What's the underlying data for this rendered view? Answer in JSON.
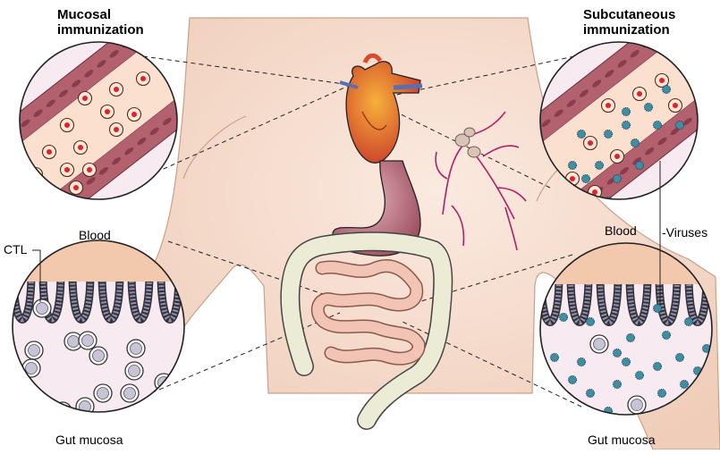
{
  "titles": {
    "left": [
      "Mucosal",
      "immunization"
    ],
    "right": [
      "Subcutaneous",
      "immunization"
    ]
  },
  "labels": {
    "blood_left": "Blood",
    "blood_right": "Blood",
    "gut_left": "Gut mucosa",
    "gut_right": "Gut mucosa",
    "ctl": "CTL",
    "viruses": "-Viruses"
  },
  "colors": {
    "skin": "#f5dccc",
    "circle_fill": "#f7eaf0",
    "circle_stroke": "#222222",
    "vessel": "#b3606f",
    "plasma": "#fbe0cf",
    "ctl_cell": "#c9c3d8",
    "virus": "#3f8ea3",
    "red_cell": "#e0212f",
    "heart": "#d94a2f",
    "stomach": "#b46a78",
    "intestine_small": "#f2c4b5",
    "intestine_large": "#ecebd6",
    "lymph": "#b0206a"
  },
  "icons": {
    "blood_left": "blood-vessel-ctl-icon",
    "blood_right": "blood-vessel-ctl-virus-icon",
    "gut_left": "gut-villi-ctl-icon",
    "gut_right": "gut-villi-virus-icon"
  }
}
